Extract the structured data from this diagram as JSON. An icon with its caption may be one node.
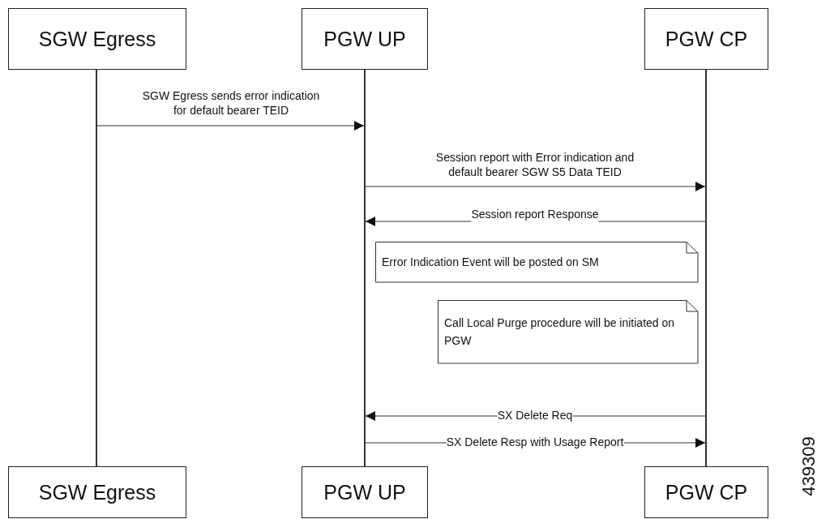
{
  "diagram": {
    "nodes": [
      {
        "text": [
          "SGW Egress"
        ]
      },
      {
        "text": [
          "PGW UP"
        ]
      },
      {
        "text": [
          "PGW CP"
        ]
      },
      {
        "text": [
          "SGW Egress"
        ]
      },
      {
        "text": [
          "PGW UP"
        ]
      },
      {
        "text": [
          "PGW CP"
        ]
      },
      {
        "text": [],
        "shape": "line"
      },
      {
        "text": [],
        "shape": "line"
      },
      {
        "text": [],
        "shape": "line"
      },
      {
        "text": [
          "Error Indication Event will be posted on SM"
        ]
      },
      {
        "text": [
          "Call Local Purge procedure will be initiated on PGW"
        ]
      }
    ],
    "edges": [
      {
        "from": 6,
        "to": 7,
        "arrow": "to",
        "label": "SGW Egress sends error indication for default bearer TEID"
      },
      {
        "from": 7,
        "to": 8,
        "arrow": "to",
        "label": "Session report with Error indication and default bearer SGW S5 Data TEID"
      },
      {
        "from": 8,
        "to": 7,
        "arrow": "to",
        "label": "Session report Response"
      },
      {
        "from": 8,
        "to": 7,
        "arrow": "to",
        "label": "SX Delete Req"
      },
      {
        "from": 7,
        "to": 8,
        "arrow": "to",
        "label": "SX Delete Resp with Usage Report"
      }
    ],
    "labels": [
      "439309"
    ]
  }
}
